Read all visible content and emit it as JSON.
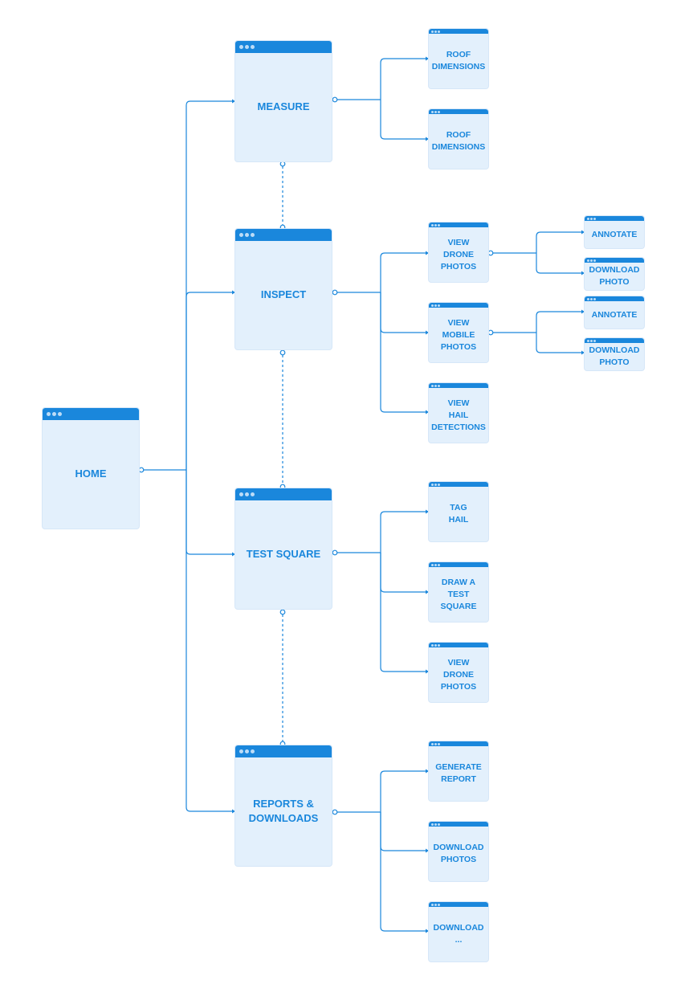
{
  "diagram": {
    "home": {
      "label": "HOME"
    },
    "sections": [
      {
        "label": "MEASURE",
        "children": [
          {
            "label": "ROOF\nDIMENSIONS"
          },
          {
            "label": "ROOF\nDIMENSIONS"
          }
        ]
      },
      {
        "label": "INSPECT",
        "children": [
          {
            "label": "VIEW\nDRONE\nPHOTOS",
            "children": [
              {
                "label": "ANNOTATE"
              },
              {
                "label": "DOWNLOAD\nPHOTO"
              }
            ]
          },
          {
            "label": "VIEW\nMOBILE\nPHOTOS",
            "children": [
              {
                "label": "ANNOTATE"
              },
              {
                "label": "DOWNLOAD\nPHOTO"
              }
            ]
          },
          {
            "label": "VIEW\nHAIL\nDETECTIONS"
          }
        ]
      },
      {
        "label": "TEST SQUARE",
        "children": [
          {
            "label": "TAG\nHAIL"
          },
          {
            "label": "DRAW A\nTEST\nSQUARE"
          },
          {
            "label": "VIEW\nDRONE\nPHOTOS"
          }
        ]
      },
      {
        "label": "REPORTS &\nDOWNLOADS",
        "children": [
          {
            "label": "GENERATE\nREPORT"
          },
          {
            "label": "DOWNLOAD\nPHOTOS"
          },
          {
            "label": "DOWNLOAD\n..."
          }
        ]
      }
    ]
  },
  "colors": {
    "accent": "#1a87dc",
    "box_fill": "#e3f0fc",
    "title_bar": "#1a87dc",
    "wire": "#1a87dc"
  }
}
